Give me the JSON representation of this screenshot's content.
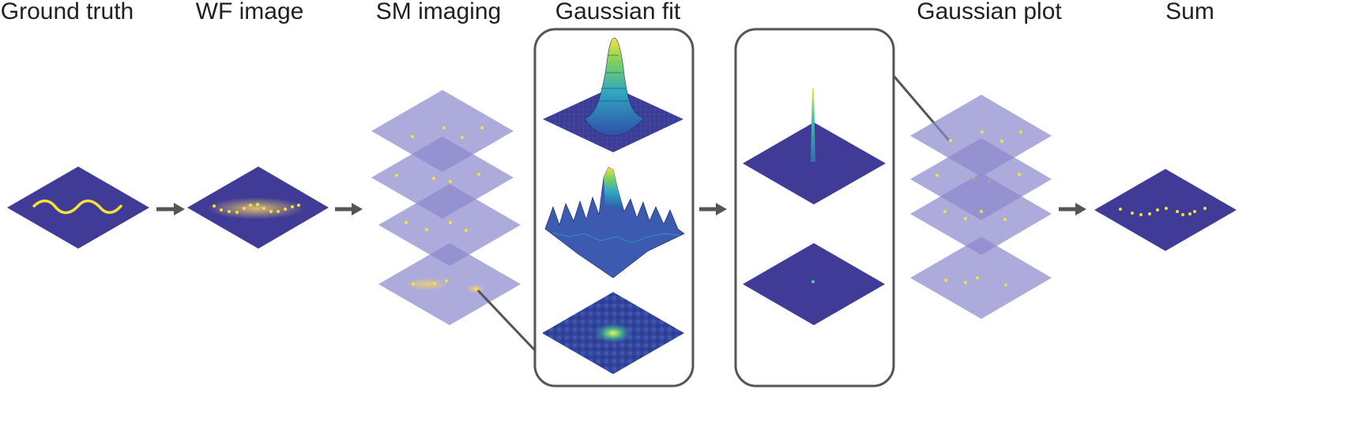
{
  "titles": {
    "ground_truth": "Ground truth",
    "wf_image": "WF image",
    "sm_imaging": "SM imaging",
    "gaussian_fit": "Gaussian fit",
    "gaussian_plot": "Gaussian plot",
    "sum": "Sum"
  },
  "colors": {
    "plane_dark": "#3f3b96",
    "plane_light": "#a7a3d9",
    "emitter_yellow": "#f5e13a",
    "glow_yellow": "#f1d36b",
    "arrow_gray": "#555555",
    "frame_gray": "#555555",
    "surface_blue": "#3d7fc0",
    "surface_cyan": "#2fb6b8",
    "surface_green": "#6ac76a"
  }
}
